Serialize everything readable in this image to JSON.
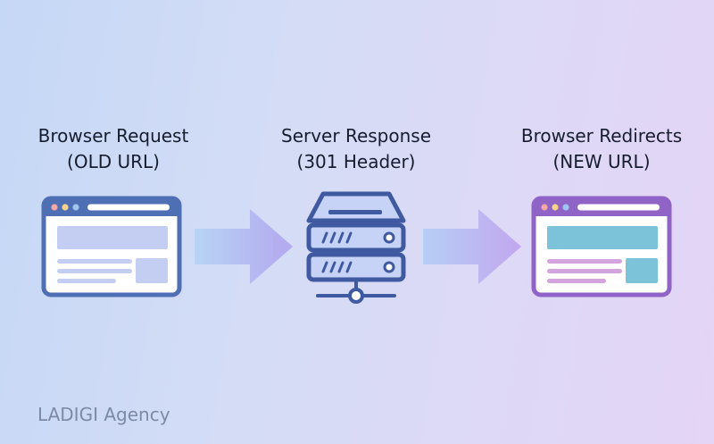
{
  "steps": [
    {
      "line1": "Browser Request",
      "line2": "(OLD URL)",
      "icon": "browser-window-icon"
    },
    {
      "line1": "Server Response",
      "line2": "(301 Header)",
      "icon": "server-icon"
    },
    {
      "line1": "Browser Redirects",
      "line2": "(NEW URL)",
      "icon": "browser-window-icon"
    }
  ],
  "arrows": [
    "arrow-right-icon",
    "arrow-right-icon"
  ],
  "footer": {
    "brand": "LADIGI Agency"
  },
  "colors": {
    "browser_old": "#4f6fb5",
    "browser_new": "#9063c6",
    "server": "#3f5aa0",
    "accent_teal": "#7cc3d9"
  }
}
